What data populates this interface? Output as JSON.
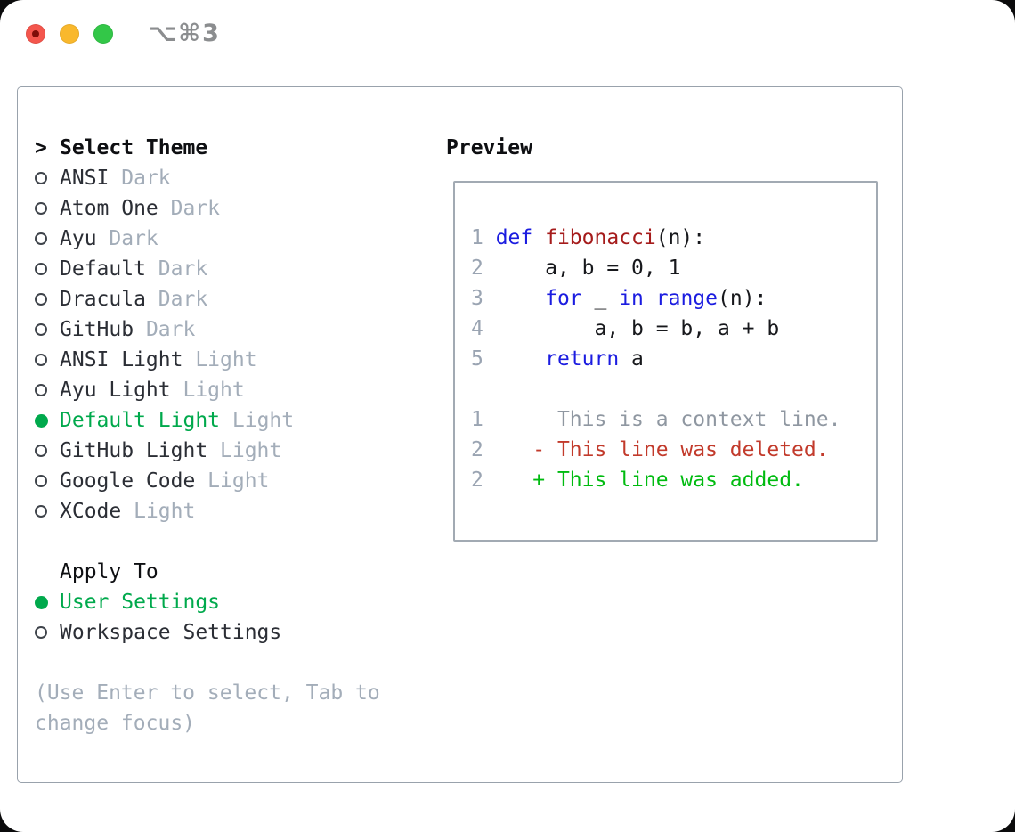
{
  "window": {
    "title": "⌥⌘3",
    "traffic_lights": [
      "close",
      "minimize",
      "zoom"
    ]
  },
  "selector": {
    "prompt": ">",
    "title": "Select Theme",
    "themes": [
      {
        "name": "ANSI",
        "variant": "Dark",
        "selected": false
      },
      {
        "name": "Atom One",
        "variant": "Dark",
        "selected": false
      },
      {
        "name": "Ayu",
        "variant": "Dark",
        "selected": false
      },
      {
        "name": "Default",
        "variant": "Dark",
        "selected": false
      },
      {
        "name": "Dracula",
        "variant": "Dark",
        "selected": false
      },
      {
        "name": "GitHub",
        "variant": "Dark",
        "selected": false
      },
      {
        "name": "ANSI Light",
        "variant": "Light",
        "selected": false
      },
      {
        "name": "Ayu Light",
        "variant": "Light",
        "selected": false
      },
      {
        "name": "Default Light",
        "variant": "Light",
        "selected": true
      },
      {
        "name": "GitHub Light",
        "variant": "Light",
        "selected": false
      },
      {
        "name": "Google Code",
        "variant": "Light",
        "selected": false
      },
      {
        "name": "XCode",
        "variant": "Light",
        "selected": false
      }
    ],
    "apply_to": {
      "title": "Apply To",
      "options": [
        {
          "label": "User Settings",
          "selected": true
        },
        {
          "label": "Workspace Settings",
          "selected": false
        }
      ]
    },
    "hint_lines": [
      "(Use Enter to select, Tab to",
      "change focus)"
    ]
  },
  "preview": {
    "title": "Preview",
    "code_lines": [
      {
        "num": "1",
        "tokens": [
          {
            "t": "def",
            "c": "kw"
          },
          {
            "t": " "
          },
          {
            "t": "fibonacci",
            "c": "fn"
          },
          {
            "t": "(n):"
          }
        ]
      },
      {
        "num": "2",
        "tokens": [
          {
            "t": "    a, b = 0, 1"
          }
        ]
      },
      {
        "num": "3",
        "tokens": [
          {
            "t": "    "
          },
          {
            "t": "for",
            "c": "kw"
          },
          {
            "t": " _ "
          },
          {
            "t": "in",
            "c": "kw"
          },
          {
            "t": " "
          },
          {
            "t": "range",
            "c": "kw"
          },
          {
            "t": "(n):"
          }
        ]
      },
      {
        "num": "4",
        "tokens": [
          {
            "t": "        a, b = b, a + b"
          }
        ]
      },
      {
        "num": "5",
        "tokens": [
          {
            "t": "    "
          },
          {
            "t": "return",
            "c": "kw"
          },
          {
            "t": " a"
          }
        ]
      },
      {
        "num": "",
        "tokens": []
      },
      {
        "num": "1",
        "tokens": [
          {
            "t": "     This is a context line.",
            "c": "ctx"
          }
        ]
      },
      {
        "num": "2",
        "tokens": [
          {
            "t": "   - This line was deleted.",
            "c": "del"
          }
        ]
      },
      {
        "num": "2",
        "tokens": [
          {
            "t": "   + This line was added.",
            "c": "add"
          }
        ]
      }
    ]
  },
  "colors": {
    "accent_green": "#00a94c",
    "added_green": "#00bb10",
    "deleted_red": "#c23a2b",
    "keyword_blue": "#1b1ce0",
    "function_red": "#a51b1b",
    "muted_gray": "#a3adb9",
    "text_dark": "#2b2e35",
    "heading_black": "#0e0f12",
    "line_number_gray": "#9aa4b2",
    "context_gray": "#8f97a1",
    "border_gray": "#99a2ac",
    "title_gray": "#8b8d8f",
    "light_red": "#f4564d",
    "light_yellow": "#f9b82d",
    "light_green": "#33c748"
  }
}
